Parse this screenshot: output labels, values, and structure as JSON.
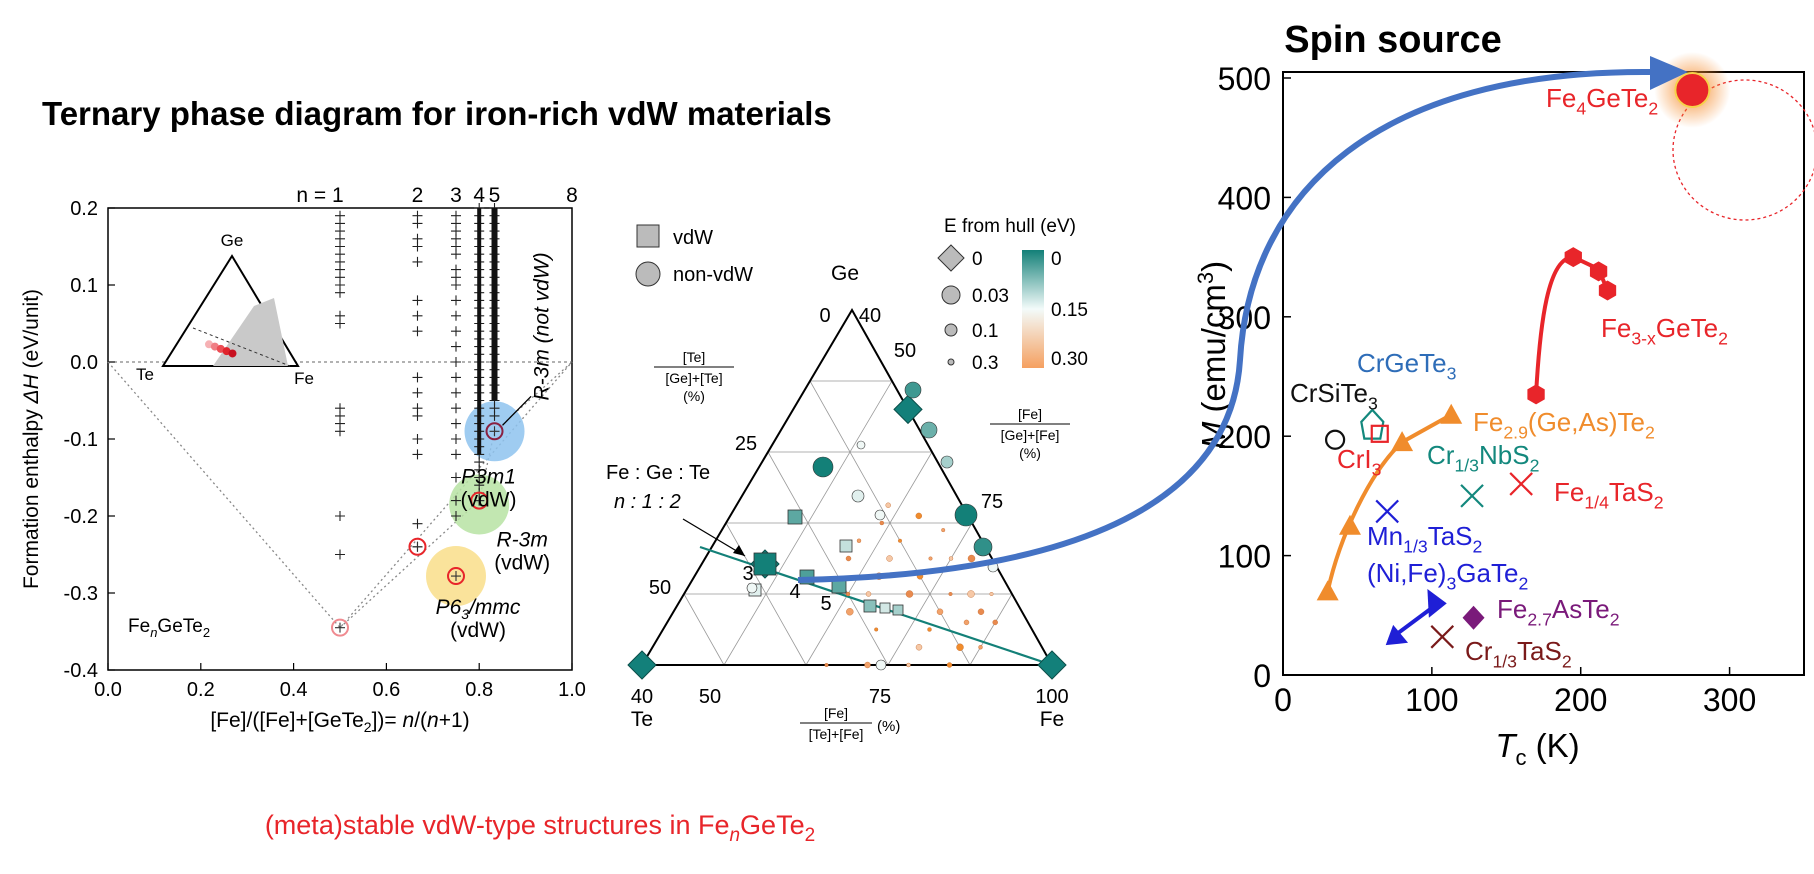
{
  "header": {
    "left_title": "Ternary phase diagram for iron-rich vdW materials",
    "right_title": "Spin source",
    "caption_prefix": "(meta)stable vdW-type structures in Fe",
    "caption_sub": "n",
    "caption_suffix": "GeTe",
    "caption_sub2": "2"
  },
  "colors": {
    "accent_red": "#e8252a",
    "teal": "#138078",
    "orange": "#f08c2c",
    "blue_arrow": "#4472c4"
  },
  "chart_data": [
    {
      "type": "scatter",
      "id": "enthalpy",
      "xlabel_parts": [
        "[Fe]/([Fe]+[GeTe",
        "2",
        "])= ",
        "n",
        "/(",
        "n",
        "+1)"
      ],
      "ylabel_parts": [
        "Formation enthalpy ",
        "ΔH",
        " (eV/unit)"
      ],
      "xlim": [
        0.0,
        1.0
      ],
      "ylim": [
        -0.4,
        0.2
      ],
      "xticks": [
        "0.0",
        "0.2",
        "0.4",
        "0.6",
        "0.8",
        "1.0"
      ],
      "yticks": [
        "0.2",
        "0.1",
        "0.0",
        "-0.1",
        "-0.2",
        "-0.3",
        "-0.4"
      ],
      "ytick_values": [
        0.2,
        0.1,
        0.0,
        -0.1,
        -0.2,
        -0.3,
        -0.4
      ],
      "xtick_values": [
        0.0,
        0.2,
        0.4,
        0.6,
        0.8,
        1.0
      ],
      "top_n_labels": [
        {
          "text": "n = 1",
          "x": 0.5
        },
        {
          "text": "2",
          "x": 0.667
        },
        {
          "text": "3",
          "x": 0.75
        },
        {
          "text": "4",
          "x": 0.8
        },
        {
          "text": "5",
          "x": 0.833
        },
        {
          "text": "8",
          "x": 1.0
        }
      ],
      "plus_columns": [
        {
          "x": 0.5,
          "y": [
            0.19,
            0.18,
            0.17,
            0.16,
            0.15,
            0.14,
            0.13,
            0.12,
            0.11,
            0.1,
            0.09,
            0.06,
            0.05,
            -0.06,
            -0.07,
            -0.08,
            -0.09,
            -0.2,
            -0.25
          ]
        },
        {
          "x": 0.667,
          "y": [
            0.19,
            0.18,
            0.16,
            0.15,
            0.13,
            0.08,
            0.06,
            0.04,
            -0.02,
            -0.04,
            -0.06,
            -0.07,
            -0.1,
            -0.12,
            -0.21,
            -0.24
          ]
        },
        {
          "x": 0.75,
          "y": [
            0.19,
            0.18,
            0.17,
            0.16,
            0.15,
            0.14,
            0.12,
            0.11,
            0.1,
            0.08,
            0.06,
            0.04,
            0.02,
            0.0,
            -0.02,
            -0.04,
            -0.06,
            -0.08,
            -0.1,
            -0.12,
            -0.15,
            -0.18,
            -0.2
          ]
        },
        {
          "x": 0.8,
          "y": [
            0.2,
            0.19,
            0.18,
            0.17,
            0.16,
            0.15,
            0.14,
            0.13,
            0.12,
            0.11,
            0.1,
            0.09,
            0.08,
            0.07,
            0.06,
            0.05,
            0.04,
            0.03,
            0.02,
            0.01,
            0.0,
            -0.01,
            -0.02,
            -0.03,
            -0.04,
            -0.05,
            -0.06,
            -0.07,
            -0.08,
            -0.09,
            -0.1,
            -0.11,
            -0.12,
            -0.13,
            -0.14,
            -0.15,
            -0.16,
            -0.17,
            -0.18
          ]
        },
        {
          "x": 0.833,
          "y": [
            0.2,
            0.19,
            0.18,
            0.17,
            0.16,
            0.15,
            0.14,
            0.13,
            0.12,
            0.11,
            0.1,
            0.09,
            0.08,
            0.07,
            0.06,
            0.05,
            0.04,
            0.03,
            0.02,
            0.01,
            0.0,
            -0.01,
            -0.02,
            -0.03,
            -0.04,
            -0.05,
            -0.06,
            -0.07
          ]
        }
      ],
      "hull_points": [
        [
          0.0,
          0.0
        ],
        [
          0.5,
          -0.345
        ],
        [
          1.0,
          0.0
        ]
      ],
      "hull_upper": [
        [
          0.5,
          -0.345
        ],
        [
          0.8,
          -0.18
        ],
        [
          0.833,
          -0.09
        ],
        [
          1.0,
          0.0
        ]
      ],
      "circled_points": [
        {
          "x": 0.5,
          "y": -0.345,
          "color": "#f08a90"
        },
        {
          "x": 0.667,
          "y": -0.24,
          "color": "#e8252a"
        },
        {
          "x": 0.75,
          "y": -0.278,
          "color": "#e8252a"
        },
        {
          "x": 0.8,
          "y": -0.18,
          "color": "#e8252a"
        },
        {
          "x": 0.833,
          "y": -0.09,
          "color": "#8a2040"
        }
      ],
      "phases": [
        {
          "x": 0.833,
          "y": -0.09,
          "color": "#8ec3ee",
          "label": "P3m1",
          "sub": "(vdW)"
        },
        {
          "x": 0.8,
          "y": -0.185,
          "color": "#b7e3a3",
          "label": "R-3m",
          "sub": "(vdW)"
        },
        {
          "x": 0.75,
          "y": -0.278,
          "color": "#f9de8a",
          "label": "P6",
          "label_sub": "3",
          "label_end": "/mmc",
          "sub": "(vdW)"
        }
      ],
      "side_label": "R-3m (not vdW)",
      "series_label": "Fe",
      "series_label_sub": "n",
      "series_label_end": "GeTe",
      "series_label_sub2": "2",
      "inset": {
        "top": "Ge",
        "left": "Te",
        "right": "Fe",
        "dots": [
          "#f6b1b4",
          "#f07e84",
          "#ec4d54",
          "#e0232b",
          "#c81020"
        ]
      }
    },
    {
      "type": "scatter",
      "id": "ternary",
      "corners": {
        "top": "Ge",
        "left": "Te",
        "right": "Fe"
      },
      "legend_shapes": [
        {
          "shape": "square",
          "label": "vdW"
        },
        {
          "shape": "circle",
          "label": "non-vdW"
        }
      ],
      "legend_title": "E from hull (eV)",
      "legend_sizes": [
        "0",
        "0.03",
        "0.1",
        "0.3"
      ],
      "legend_colorbar": [
        "0",
        "0.15",
        "0.30"
      ],
      "axis_tick_left": [
        "0",
        "25",
        "50"
      ],
      "axis_tick_left_extra": "40",
      "axis_tick_right": [
        "40",
        "50",
        "75"
      ],
      "axis_tick_bottom": [
        "50",
        "75",
        "100"
      ],
      "axis_tick_bottom_corner": "40",
      "left_frac_num": "[Te]",
      "left_frac_den": "[Ge]+[Te]",
      "left_frac_unit": "(%)",
      "right_frac_num": "[Fe]",
      "right_frac_den": "[Ge]+[Fe]",
      "right_frac_unit": "(%)",
      "bottom_frac_num": "[Fe]",
      "bottom_frac_den": "[Te]+[Fe]",
      "bottom_frac_unit": "(%)",
      "ratio_label": "Fe : Ge : Te",
      "ratio_vals": "n  :  1  :  2",
      "line_labels": [
        "3",
        "4",
        "5"
      ],
      "points": [
        {
          "c": [
            0.5,
            0.5,
            0.0
          ],
          "shape": "d",
          "size": 0,
          "e": 0
        },
        {
          "c": [
            0.0,
            0.6,
            0.4
          ],
          "shape": "d",
          "size": 0,
          "e": 0
        },
        {
          "c": [
            0.0,
            0.0,
            1.0
          ],
          "shape": "d",
          "size": 0,
          "e": 0
        },
        {
          "c": [
            1.0,
            0.0,
            0.0
          ],
          "shape": "d",
          "size": 0,
          "e": 0
        },
        {
          "c": [
            0.75,
            0.0,
            0.25
          ],
          "shape": "s",
          "size": 0,
          "e": 0
        },
        {
          "c": [
            0.8,
            0.067,
            0.133
          ],
          "shape": "s",
          "size": 0.03,
          "e": 0.02
        },
        {
          "c": [
            0.833,
            0.056,
            0.111
          ],
          "shape": "s",
          "size": 0.03,
          "e": 0.05
        },
        {
          "c": [
            0.4,
            0.3,
            0.3
          ],
          "shape": "o",
          "size": 0.03,
          "e": 0.0
        },
        {
          "c": [
            0.42,
            0.45,
            0.13
          ],
          "shape": "o",
          "size": 0.03,
          "e": 0.03
        },
        {
          "c": [
            0.5,
            0.4,
            0.1
          ],
          "shape": "o",
          "size": 0.1,
          "e": 0.05
        },
        {
          "c": [
            0.6,
            0.35,
            0.05
          ],
          "shape": "o",
          "size": 0.03,
          "e": 0.02
        },
        {
          "c": [
            0.75,
            0.25,
            0.0
          ],
          "shape": "o",
          "size": 0.03,
          "e": 0.0
        },
        {
          "c": [
            0.83,
            0.17,
            0.0
          ],
          "shape": "o",
          "size": 0.1,
          "e": 0.08
        },
        {
          "c": [
            0.88,
            0.12,
            0.0
          ],
          "shape": "o",
          "size": 0.3,
          "e": 0.15
        }
      ]
    },
    {
      "type": "scatter",
      "id": "spin",
      "title": "Spin source",
      "xlabel": "T",
      "xlabel_sub": "c",
      "xlabel_end": " (K)",
      "ylabel": "M",
      "ylabel_end": " (emu/cm",
      "ylabel_sup": "3",
      "ylabel_close": ")",
      "xlim": [
        0,
        350
      ],
      "ylim": [
        0,
        500
      ],
      "xticks": [
        "0",
        "100",
        "200",
        "300"
      ],
      "xtick_values": [
        0,
        100,
        200,
        300
      ],
      "yticks": [
        "0",
        "100",
        "200",
        "300",
        "400",
        "500"
      ],
      "ytick_values": [
        0,
        100,
        200,
        300,
        400,
        500
      ],
      "materials": [
        {
          "name": "Fe",
          "sub": "4",
          "end": "GeTe",
          "sub2": "2",
          "x": 275,
          "y": 490,
          "marker": "big-circle",
          "color": "#e8252a"
        },
        {
          "name": "Fe",
          "sub": "3-x",
          "end": "GeTe",
          "sub2": "2",
          "x": 170,
          "y": 235,
          "marker": "hex-curve",
          "color": "#e8252a"
        },
        {
          "name": "CrGeTe",
          "sub": "3",
          "x": 60,
          "y": 210,
          "marker": "pentagon",
          "color": "#2e6db8"
        },
        {
          "name": "CrSiTe",
          "sub": "3",
          "x": 35,
          "y": 197,
          "marker": "open-circle",
          "color": "#111111"
        },
        {
          "name": "CrI",
          "sub": "3",
          "x": 65,
          "y": 200,
          "marker": "open-square",
          "color": "#e8252a"
        },
        {
          "name": "Fe",
          "sub": "2.9",
          "end": "(Ge,As)Te",
          "sub2": "2",
          "x": 110,
          "y": 215,
          "marker": "triangle-curve",
          "color": "#f08c2c"
        },
        {
          "name": "Cr",
          "sub": "1/3",
          "end": "NbS",
          "sub2": "2",
          "x": 127,
          "y": 150,
          "marker": "x",
          "color": "#13887d"
        },
        {
          "name": "Fe",
          "sub": "1/4",
          "end": "TaS",
          "sub2": "2",
          "x": 160,
          "y": 160,
          "marker": "x",
          "color": "#e8252a"
        },
        {
          "name": "Mn",
          "sub": "1/3",
          "end": "TaS",
          "sub2": "2",
          "x": 70,
          "y": 135,
          "marker": "x",
          "color": "#1f1fd6"
        },
        {
          "name": "(Ni,Fe)",
          "sub": "3",
          "end": "GaTe",
          "sub2": "2",
          "x": 90,
          "y": 40,
          "marker": "blue-arrow",
          "color": "#1f1fd6"
        },
        {
          "name": "Fe",
          "sub": "2.7",
          "end": "AsTe",
          "sub2": "2",
          "x": 128,
          "y": 48,
          "marker": "diamond",
          "color": "#7a1a7a"
        },
        {
          "name": "Cr",
          "sub": "1/3",
          "end": "TaS",
          "sub2": "2",
          "x": 107,
          "y": 32,
          "marker": "x",
          "color": "#7a1a1a"
        }
      ],
      "fe3_curve": [
        [
          170,
          235
        ],
        [
          178,
          320
        ],
        [
          195,
          350
        ],
        [
          212,
          340
        ],
        [
          218,
          322
        ]
      ],
      "orange_curve": [
        [
          30,
          70
        ],
        [
          45,
          125
        ],
        [
          80,
          195
        ],
        [
          113,
          218
        ]
      ]
    }
  ]
}
